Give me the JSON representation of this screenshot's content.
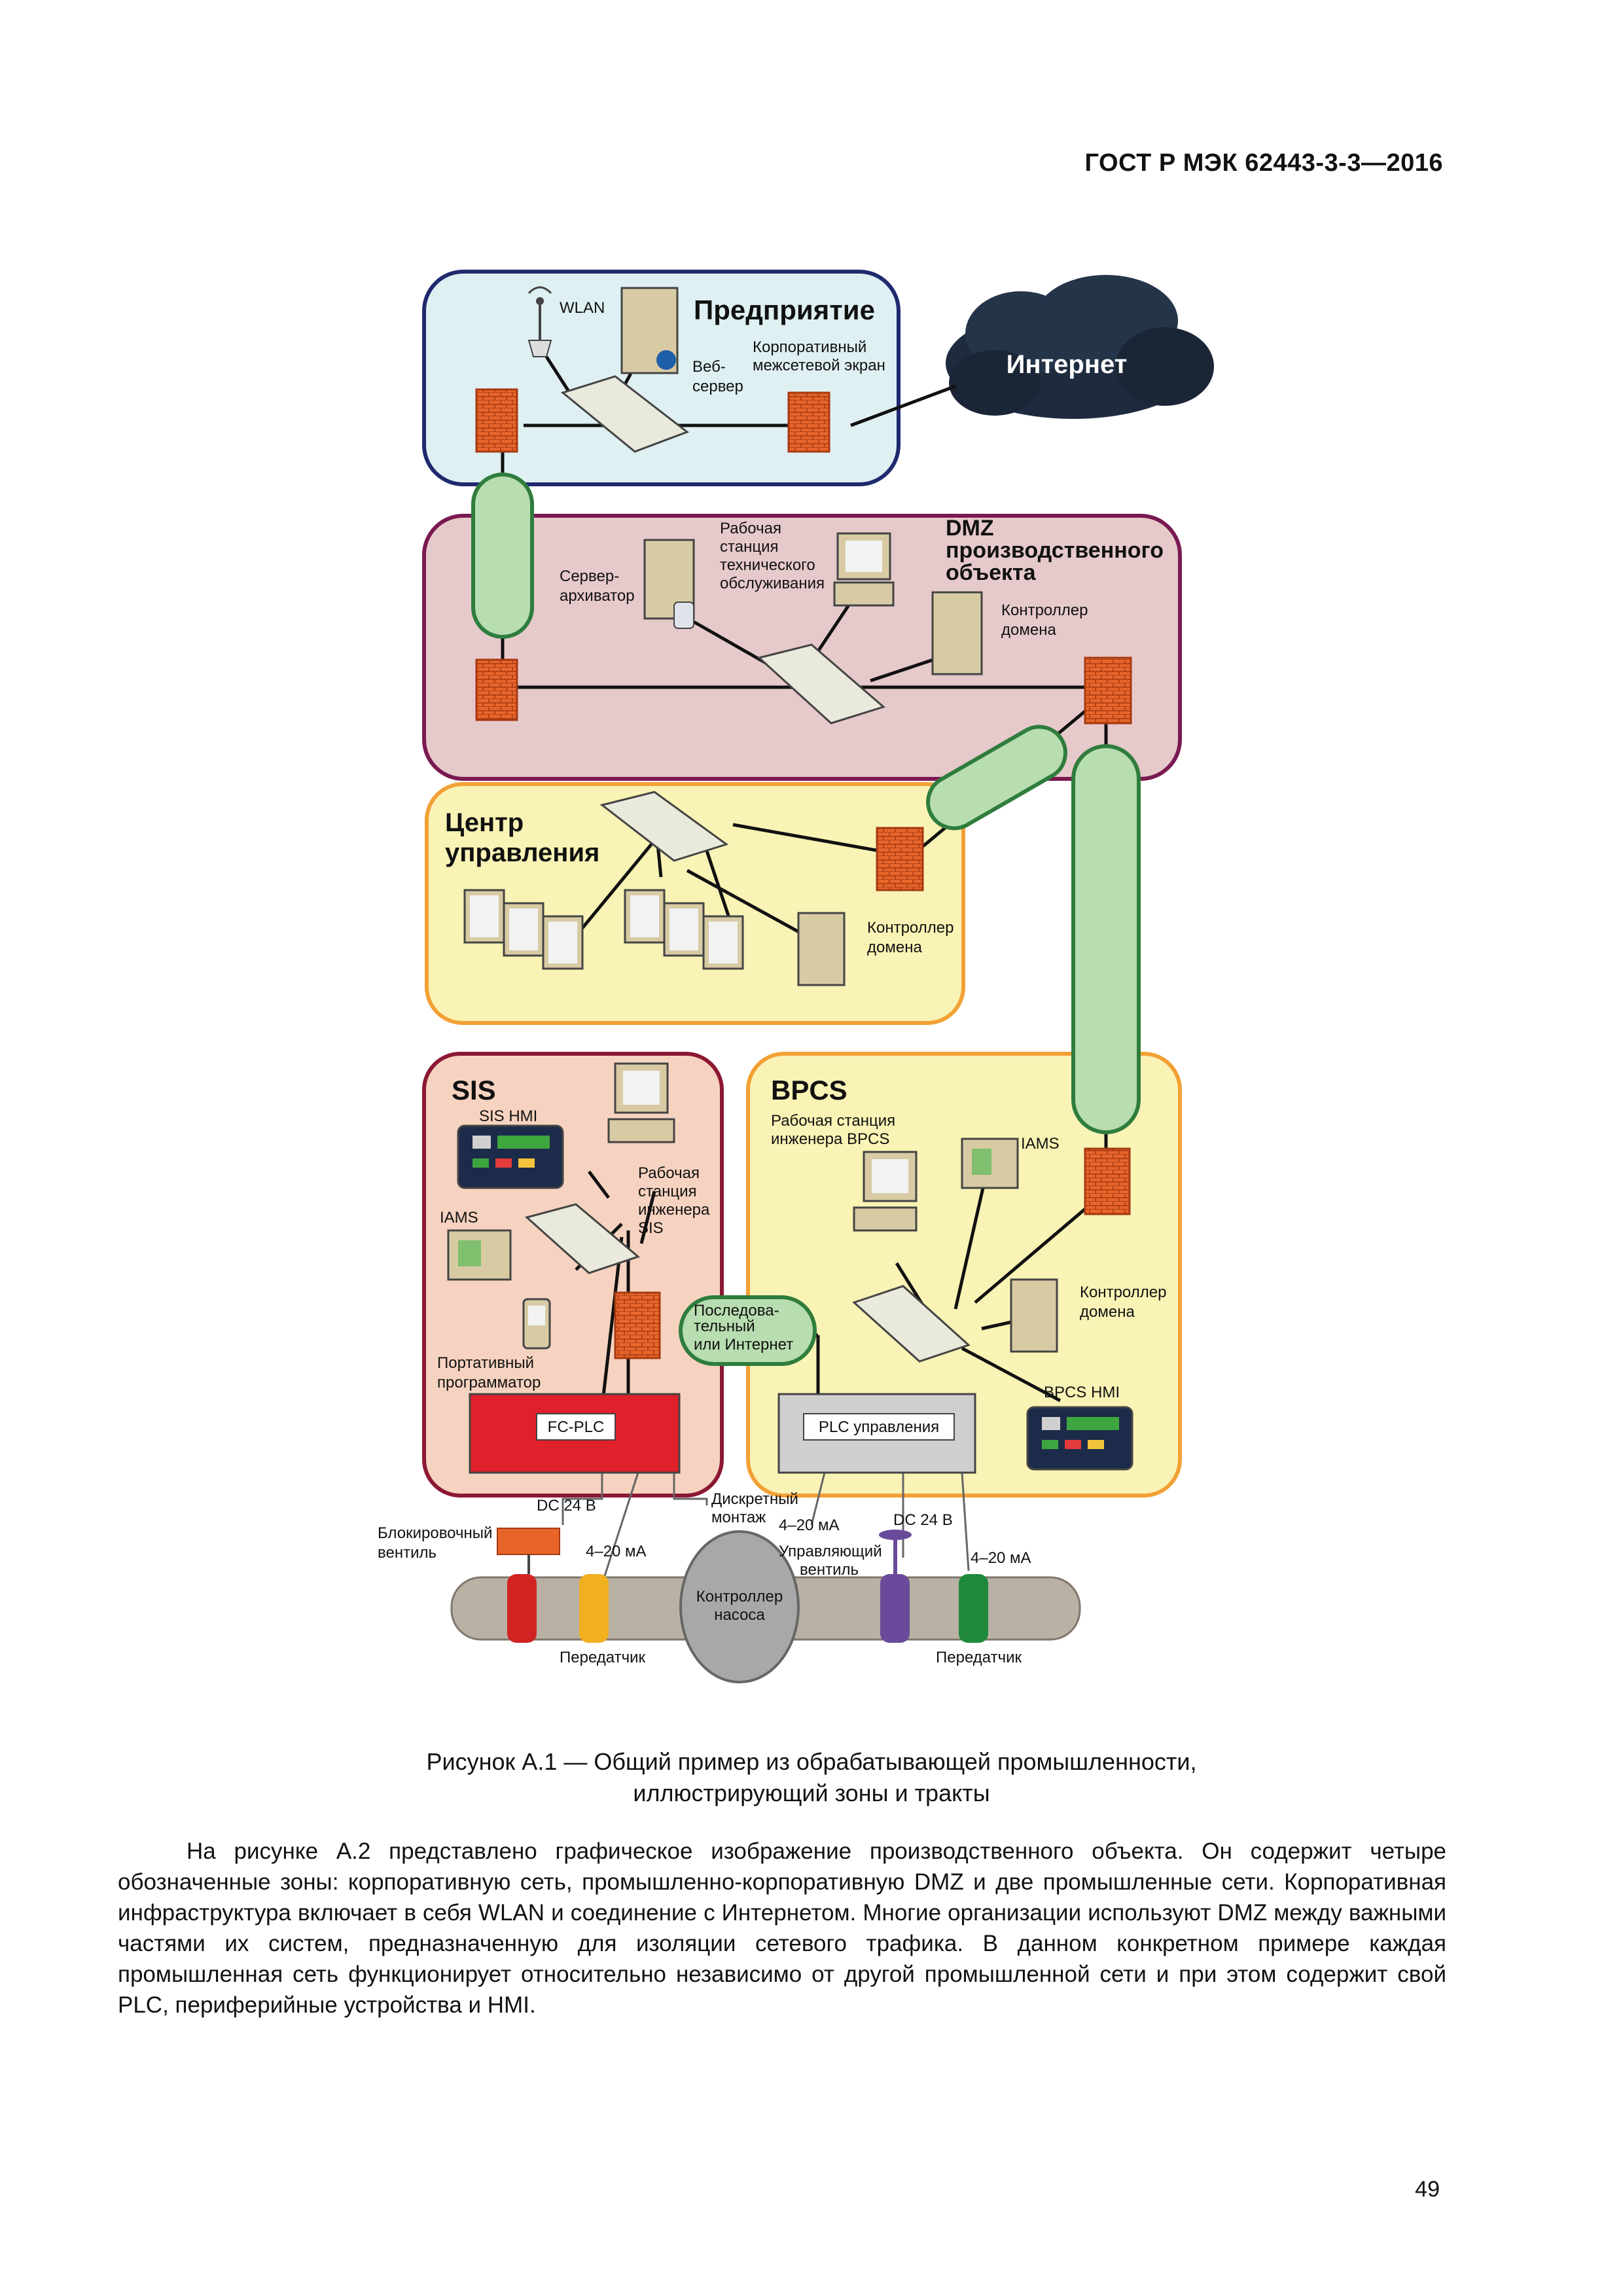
{
  "header": {
    "standard_id": "ГОСТ Р МЭК 62443-3-3—2016"
  },
  "figure": {
    "zones": {
      "enterprise": "Предприятие",
      "internet": "Интернет",
      "dmz_line1": "DMZ",
      "dmz_line2": "производственного",
      "dmz_line3": "объекта",
      "control_center_line1": "Центр",
      "control_center_line2": "управления",
      "sis": "SIS",
      "bpcs": "BPCS"
    },
    "labels": {
      "wlan": "WLAN",
      "web_server_line1": "Веб-",
      "web_server_line2": "сервер",
      "corp_firewall_line1": "Корпоративный",
      "corp_firewall_line2": "межсетевой экран",
      "historian_line1": "Сервер-",
      "historian_line2": "архиватор",
      "maint_ws_line1": "Рабочая",
      "maint_ws_line2": "станция",
      "maint_ws_line3": "технического",
      "maint_ws_line4": "обслуживания",
      "dmz_domain_ctrl_line1": "Контроллер",
      "dmz_domain_ctrl_line2": "домена",
      "cc_domain_ctrl_line1": "Контроллер",
      "cc_domain_ctrl_line2": "домена",
      "sis_hmi": "SIS HMI",
      "sis_ws_line1": "Рабочая",
      "sis_ws_line2": "станция",
      "sis_ws_line3": "инженера",
      "sis_ws_line4": "SIS",
      "sis_iams": "IAMS",
      "portable_prog_line1": "Портативный",
      "portable_prog_line2": "программатор",
      "serial_line1": "Последова-",
      "serial_line2": "тельный",
      "serial_line3": "или Интернет",
      "bpcs_ws_line1": "Рабочая станция",
      "bpcs_ws_line2": "инженера BPCS",
      "bpcs_iams": "IAMS",
      "bpcs_domain_ctrl_line1": "Контроллер",
      "bpcs_domain_ctrl_line2": "домена",
      "bpcs_hmi": "BPCS HMI",
      "fc_plc": "FC-PLC",
      "control_plc": "PLC управления",
      "dc24_left": "DC 24 В",
      "dc24_right": "DC 24 В",
      "interlock_valve_line1": "Блокировочный",
      "interlock_valve_line2": "вентиль",
      "ma_left": "4–20 мА",
      "ma_mid": "4–20 мА",
      "ma_right": "4–20 мА",
      "hardwired_line1": "Дискретный",
      "hardwired_line2": "монтаж",
      "control_valve_line1": "Управляющий",
      "control_valve_line2": "вентиль",
      "pump_ctrl_line1": "Контроллер",
      "pump_ctrl_line2": "насоса",
      "transmitter_left": "Передатчик",
      "transmitter_right": "Передатчик"
    }
  },
  "caption": {
    "line1": "Рисунок А.1 — Общий пример из обрабатывающей промышленности,",
    "line2": "иллюстрирующий зоны и тракты"
  },
  "body_text": "На рисунке А.2 представлено графическое изображение производственного объекта. Он содержит четыре обозначенные зоны: корпоративную сеть, промышленно-корпоративную DMZ и две промышленные сети. Корпоративная инфраструктура включает в себя WLAN и соединение с Интернетом. Многие организации используют DMZ между важными частями их систем, предназначенную для изоляции сетевого трафика. В данном конкретном примере каждая промышленная сеть функционирует относительно независимо от другой промышленной сети и при этом содержит свой PLC, периферийные устройства и HMI.",
  "page_number": "49",
  "colors": {
    "enterprise_fill": "#dff0f3",
    "enterprise_stroke": "#1f2a6e",
    "dmz_fill": "#e6c9cb",
    "dmz_stroke": "#7a1a52",
    "control_fill": "#f9f3b5",
    "control_stroke": "#f2a035",
    "sis_fill": "#f6d3c0",
    "sis_stroke": "#8c1834",
    "bpcs_fill": "#f9f3b5",
    "bpcs_stroke": "#f2a035",
    "conduit_fill": "#b7ddb0",
    "conduit_stroke": "#2f7d3d",
    "firewall": "#e8652a",
    "internet_cloud": "#1e2b3f"
  }
}
